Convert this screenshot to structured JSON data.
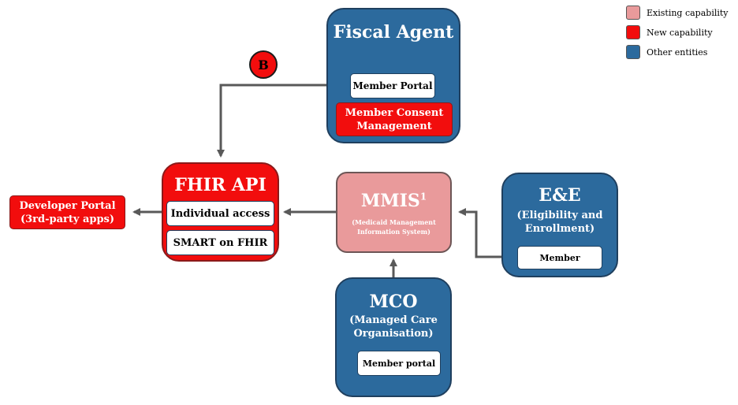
{
  "legend": {
    "items": [
      {
        "label": "Existing capability",
        "color": "#e99a9b"
      },
      {
        "label": "New capability",
        "color": "#f20d0d"
      },
      {
        "label": "Other entities",
        "color": "#2c6a9d"
      }
    ]
  },
  "badge": {
    "label": "B"
  },
  "fiscal_agent": {
    "title": "Fiscal Agent",
    "member_portal": "Member Portal",
    "consent_line1": "Member Consent",
    "consent_line2": "Management"
  },
  "fhir_api": {
    "title": "FHIR API",
    "individual_access": "Individual access",
    "smart_on_fhir": "SMART on FHIR"
  },
  "developer_portal": {
    "line1": "Developer Portal",
    "line2": "(3rd-party apps)"
  },
  "mmis": {
    "title": "MMIS",
    "superscript": "1",
    "sub_line1": "(Medicaid Management",
    "sub_line2": "Information System)"
  },
  "ee": {
    "title": "E&E",
    "sub_line1": "(Eligibility and",
    "sub_line2": "Enrollment)",
    "member": "Member"
  },
  "mco": {
    "title": "MCO",
    "sub_line1": "(Managed Care",
    "sub_line2": "Organisation)",
    "member_portal": "Member portal"
  },
  "colors": {
    "arrow": "#595959",
    "blue": "#2c6a9d",
    "red": "#f20d0d",
    "pink": "#e99a9b"
  }
}
